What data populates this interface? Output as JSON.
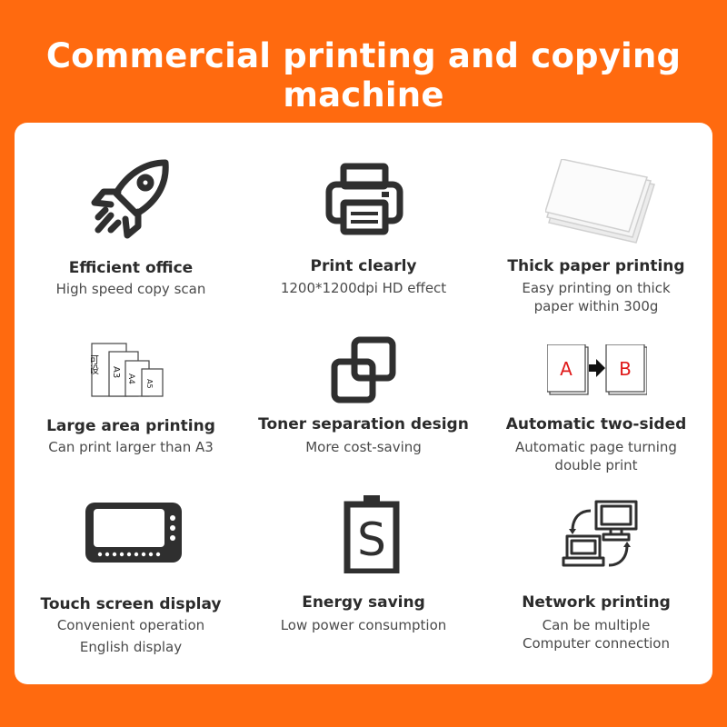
{
  "colors": {
    "background": "#ff6a0f",
    "card": "#ffffff",
    "icon": "#2f2f2f",
    "accent_red": "#e01b1b"
  },
  "page": {
    "title": "Commercial printing and copying machine"
  },
  "features": [
    {
      "icon": "rocket-icon",
      "title": "Efficient office",
      "desc": [
        "High speed copy scan"
      ]
    },
    {
      "icon": "printer-icon",
      "title": "Print clearly",
      "desc": [
        "1200*1200dpi HD effect"
      ]
    },
    {
      "icon": "paper-stack-icon",
      "title": "Thick paper printing",
      "desc": [
        "Easy printing on thick",
        "paper within 300g"
      ]
    },
    {
      "icon": "paper-sizes-icon",
      "title": "Large area printing",
      "desc": [
        "Can print larger than A3"
      ]
    },
    {
      "icon": "toner-separation-icon",
      "title": "Toner separation design",
      "desc": [
        "More cost-saving"
      ]
    },
    {
      "icon": "two-sided-icon",
      "title": "Automatic two-sided",
      "desc": [
        "Automatic page turning",
        "double print"
      ]
    },
    {
      "icon": "touch-screen-icon",
      "title": "Touch screen display",
      "desc": [
        "Convenient operation",
        "English display"
      ]
    },
    {
      "icon": "energy-saving-icon",
      "title": "Energy saving",
      "desc": [
        "Low power consumption"
      ]
    },
    {
      "icon": "network-icon",
      "title": "Network printing",
      "desc": [
        "Can be multiple",
        "Computer connection"
      ]
    }
  ],
  "icon_labels": {
    "paper_sizes": [
      "可设",
      "A3",
      "A4",
      "A5"
    ],
    "two_sided": [
      "A",
      "B"
    ],
    "energy": "S"
  }
}
